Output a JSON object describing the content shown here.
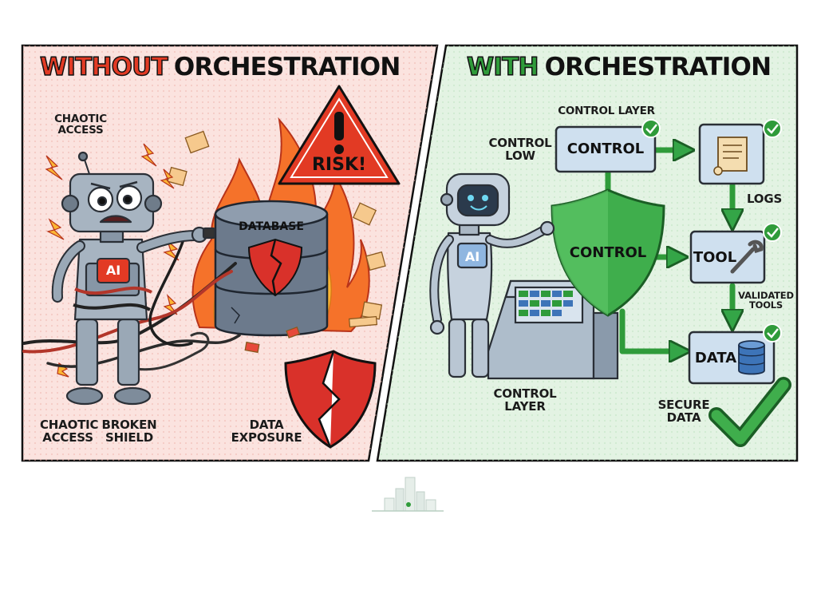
{
  "left_panel": {
    "title_highlight": "WITHOUT",
    "title_rest": "ORCHESTRATION",
    "labels": {
      "chaotic_access_top_1": "CHAOTIC",
      "chaotic_access_top_2": "ACCESS",
      "database": "DATABASE",
      "risk": "RISK!",
      "ai_badge": "AI",
      "chaotic_access_bottom_1": "CHAOTIC",
      "chaotic_access_bottom_2": "ACCESS",
      "broken_shield_1": "BROKEN",
      "broken_shield_2": "SHIELD",
      "data_exposure_1": "DATA",
      "data_exposure_2": "EXPOSURE"
    }
  },
  "right_panel": {
    "title_highlight": "WITH",
    "title_rest": "ORCHESTRATION",
    "labels": {
      "control_layer_top": "CONTROL LAYER",
      "control_low_1": "CONTROL",
      "control_low_2": "LOW",
      "control_box": "CONTROL",
      "shield_control": "CONTROL",
      "ai_badge": "AI",
      "logs": "LOGS",
      "tool_box": "TOOL",
      "validated_tools_1": "VALIDATED",
      "validated_tools_2": "TOOLS",
      "data_box": "DATA",
      "control_layer_bottom_1": "CONTROL",
      "control_layer_bottom_2": "LAYER",
      "secure_data_1": "SECURE",
      "secure_data_2": "DATA"
    }
  },
  "colors": {
    "left_bg": "#fbe3df",
    "right_bg": "#e3f3e3",
    "danger_red": "#e23a24",
    "safe_green": "#2f9b3a",
    "box_blue": "#cfe0ef"
  }
}
